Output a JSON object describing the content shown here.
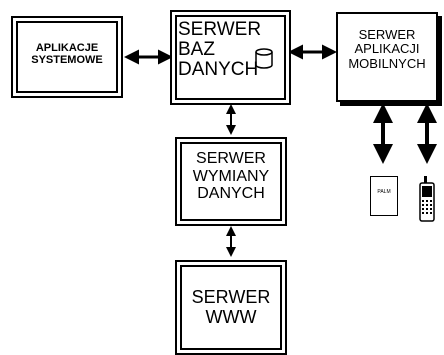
{
  "boxes": {
    "app_systemowe": [
      "APLIKACJE",
      "SYSTEMOWE"
    ],
    "serwer_baz": [
      "SERWER",
      "BAZ",
      "DANYCH"
    ],
    "serwer_mobilnych": [
      "SERWER",
      "APLIKACJI",
      "MOBILNYCH"
    ],
    "serwer_wymiany": [
      "SERWER",
      "WYMIANY",
      "DANYCH"
    ],
    "serwer_www": [
      "SERWER",
      "WWW"
    ]
  },
  "devices": {
    "palm_label": "PALM"
  }
}
